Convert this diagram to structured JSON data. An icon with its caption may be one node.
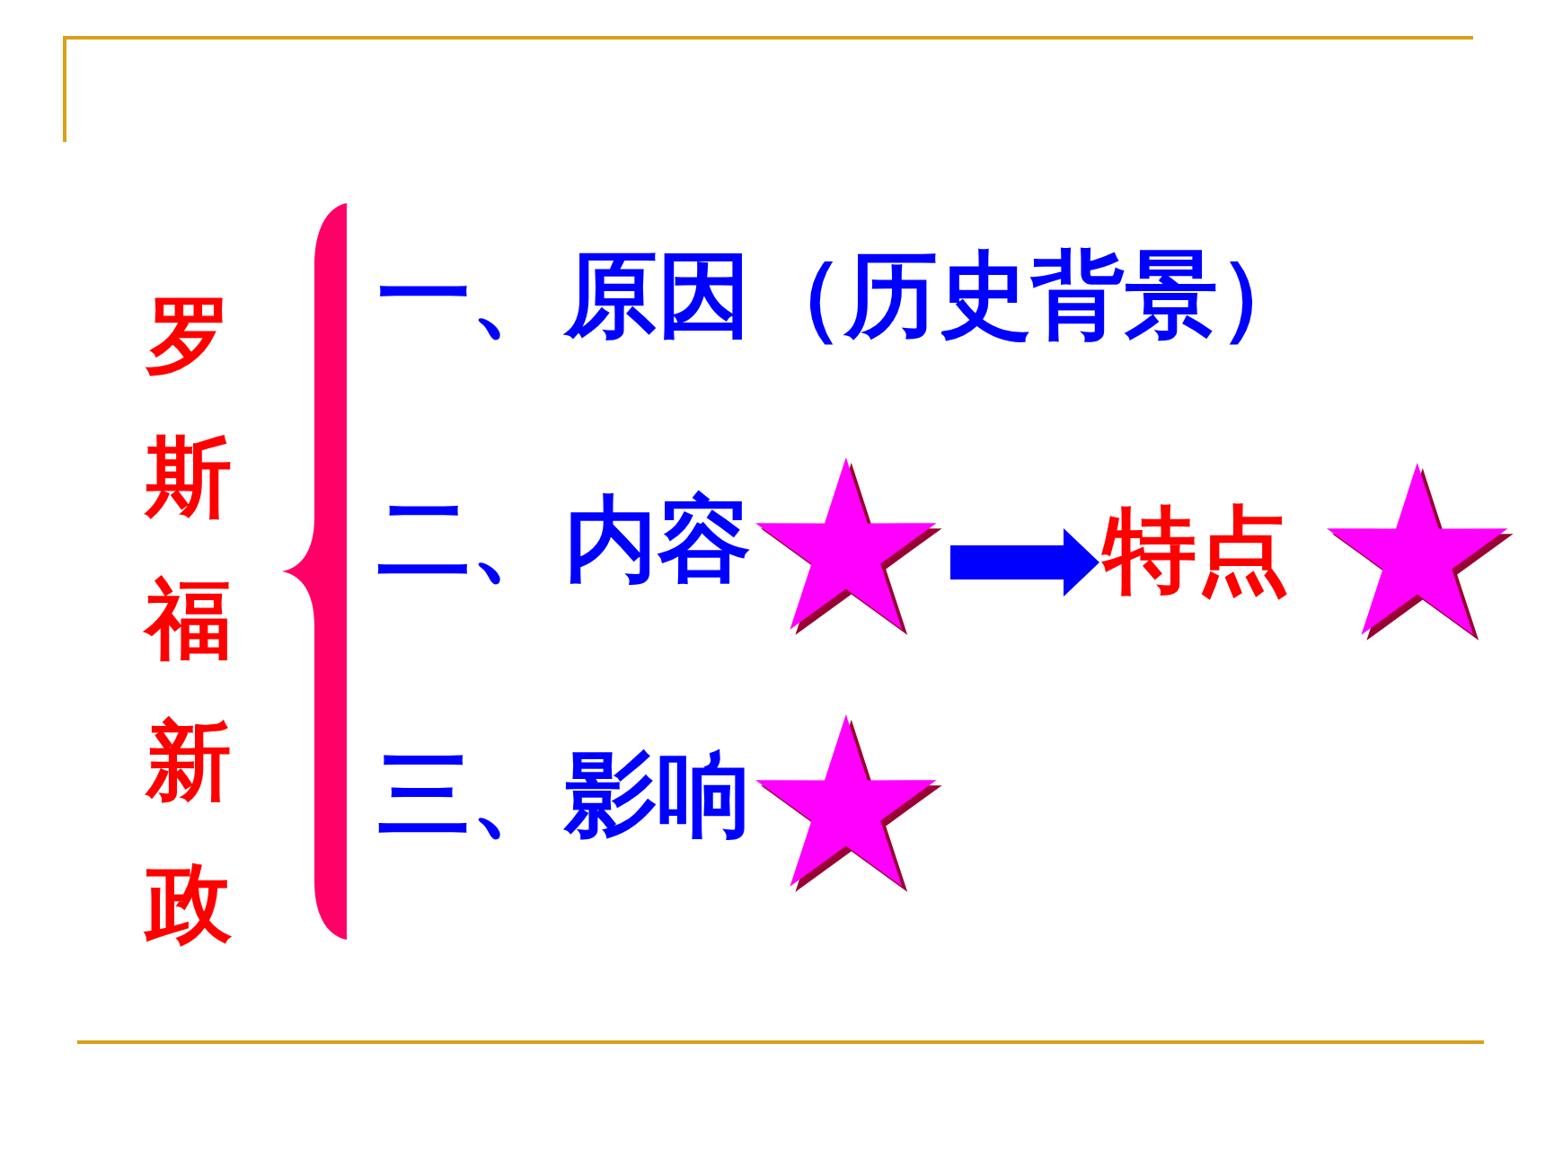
{
  "diagram": {
    "title": "罗斯福新政",
    "nodes": [
      {
        "text": [],
        "shape": "brace"
      },
      {
        "text": [],
        "shape": "star"
      },
      {
        "text": [
          "特点"
        ]
      },
      {
        "text": [],
        "shape": "star"
      },
      {
        "text": [],
        "shape": "star"
      }
    ],
    "edges": [
      {
        "from": 1,
        "to": 2,
        "arrow": "to"
      }
    ],
    "labels": [
      "一、原因（历史背景）",
      "二、内容",
      "三、影响"
    ]
  }
}
